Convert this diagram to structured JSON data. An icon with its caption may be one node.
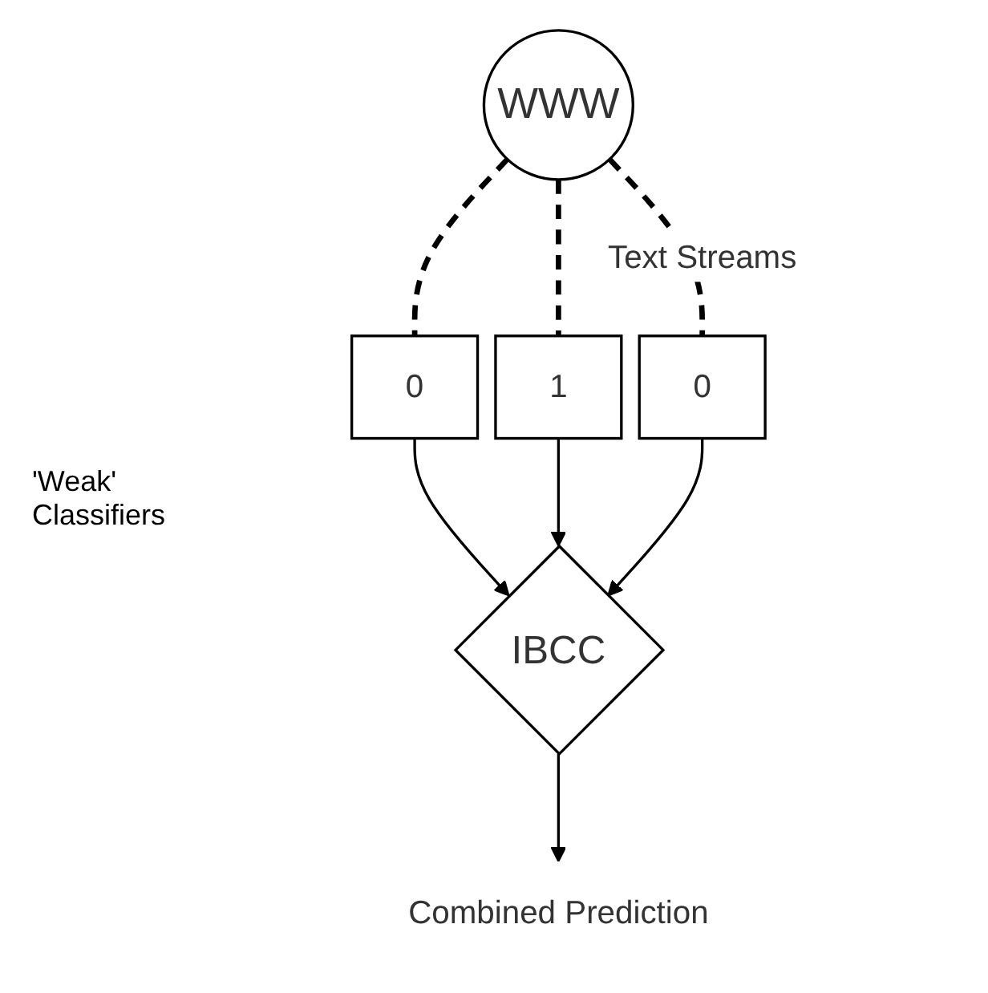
{
  "diagram": {
    "nodes": [
      {
        "text": [
          "WWW"
        ]
      },
      {
        "text": [
          "0"
        ]
      },
      {
        "text": [
          "1"
        ]
      },
      {
        "text": [
          "0"
        ]
      },
      {
        "text": [
          "IBCC"
        ]
      },
      {
        "text": [
          "Combined Prediction"
        ]
      }
    ],
    "edges": [
      {
        "from": 0,
        "to": 1,
        "arrow": "none",
        "style": "dashed"
      },
      {
        "from": 0,
        "to": 2,
        "arrow": "none",
        "style": "dashed"
      },
      {
        "from": 0,
        "to": 3,
        "arrow": "none",
        "style": "dashed",
        "label": "Text Streams"
      },
      {
        "from": 1,
        "to": 4,
        "arrow": "to"
      },
      {
        "from": 2,
        "to": 4,
        "arrow": "to"
      },
      {
        "from": 3,
        "to": 4,
        "arrow": "to"
      },
      {
        "from": 4,
        "to": 5,
        "arrow": "to"
      }
    ],
    "labels": [
      "'Weak' Classifiers"
    ]
  }
}
